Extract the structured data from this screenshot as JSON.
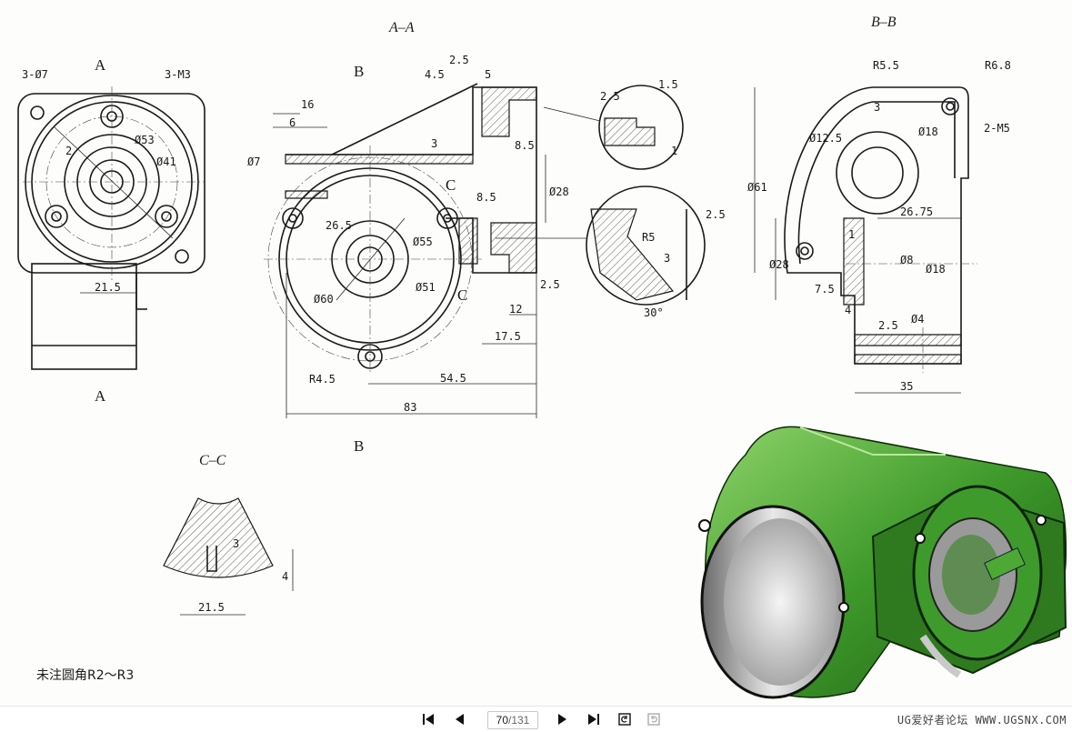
{
  "drawing": {
    "sections": {
      "aa": "A–A",
      "bb": "B–B",
      "cc": "C–C"
    },
    "cut_labels": {
      "a": "A",
      "b": "B",
      "c": "C"
    },
    "front_view_dims": [
      "3-Ø7",
      "3-M3",
      "Ø53",
      "Ø41",
      "2",
      "21.5"
    ],
    "aa_dims": [
      "16",
      "6",
      "Ø7",
      "2.5",
      "4.5",
      "5",
      "3",
      "8.5",
      "8.5",
      "Ø28",
      "26.5",
      "Ø55",
      "Ø60",
      "Ø51",
      "12",
      "2.5",
      "17.5",
      "R4.5",
      "54.5",
      "83"
    ],
    "detail_dims": [
      "2.5",
      "1.5",
      "1",
      "R5",
      "3",
      "2.5",
      "30°"
    ],
    "bb_dims": [
      "R5.5",
      "R6.8",
      "2-M5",
      "3",
      "Ø18",
      "Ø12.5",
      "Ø61",
      "26.75",
      "1",
      "Ø28",
      "Ø8",
      "Ø18",
      "7.5",
      "4",
      "2.5",
      "Ø4",
      "35"
    ],
    "cc_dims": [
      "3",
      "4",
      "21.5"
    ],
    "note": "未注圆角R2～R3"
  },
  "viewer": {
    "current_page": "70",
    "total_pages": "/131",
    "watermark": "UG爱好者论坛 WWW.UGSNX.COM",
    "icons": {
      "first": "first-page-icon",
      "prev": "prev-page-icon",
      "next": "next-page-icon",
      "last": "last-page-icon",
      "rotate_ccw": "rotate-left-icon",
      "rotate_cw": "rotate-right-icon"
    }
  }
}
